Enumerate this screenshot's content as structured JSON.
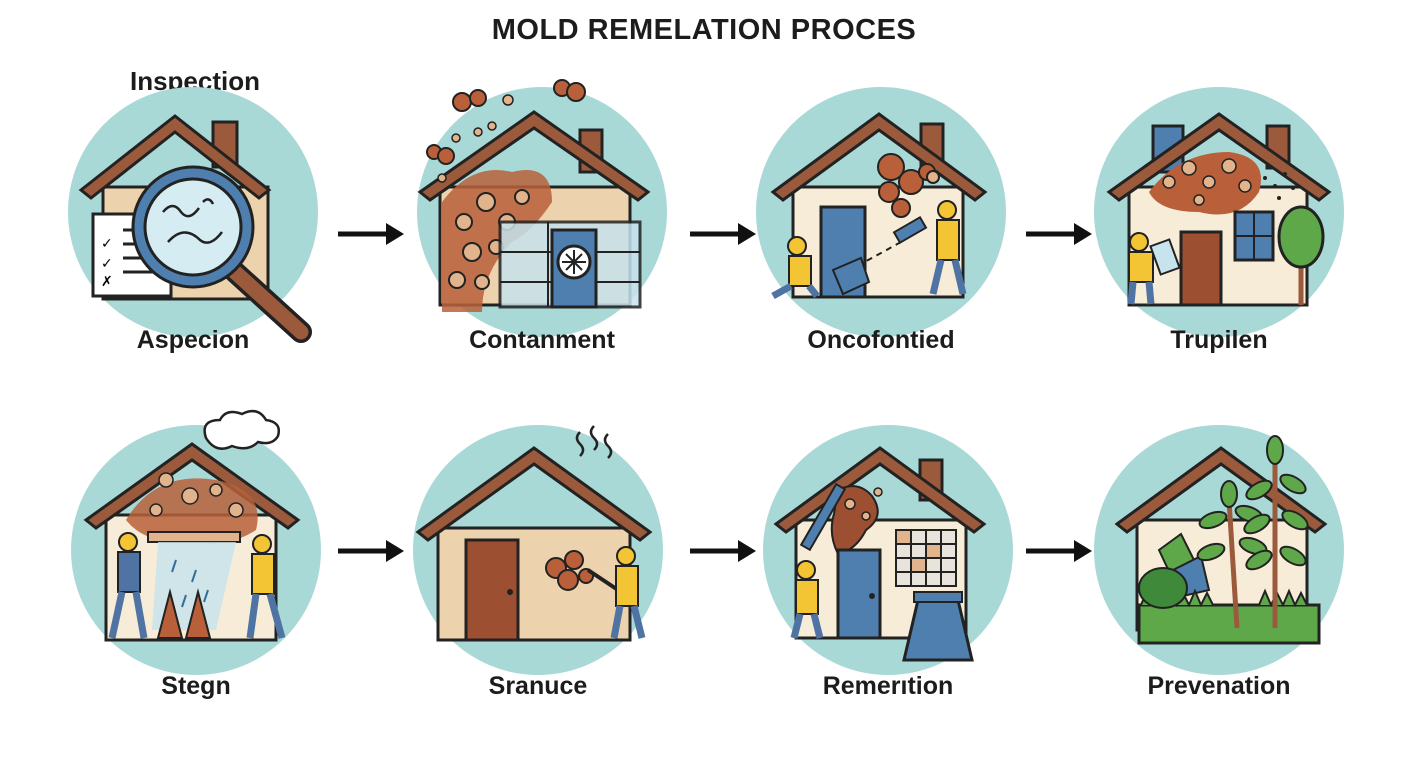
{
  "title": "MOLD REMELATION PROCES",
  "header_label": "Inspection",
  "colors": {
    "circle": "#a9d9d6",
    "roof": "#9b5a3c",
    "wall": "#ecd2ad",
    "wall_light": "#f6ecd8",
    "mold": "#b9603a",
    "mold_light": "#e2b48d",
    "worker_shirt": "#f3c433",
    "worker_pants": "#4f74a3",
    "door_blue": "#4e7fae",
    "door_brown": "#9c4f31",
    "leaf": "#5fa84a",
    "outline": "#222222"
  },
  "steps": [
    {
      "label": "Aspecion",
      "icon": "magnifier-house-icon"
    },
    {
      "label": "Contanment",
      "icon": "containment-house-icon"
    },
    {
      "label": "Oncofontied",
      "icon": "worker-removal-house-icon"
    },
    {
      "label": "Trupilen",
      "icon": "moldy-house-window-icon"
    },
    {
      "label": "Stegn",
      "icon": "water-cleaning-house-icon"
    },
    {
      "label": "Sranuce",
      "icon": "scrubbing-house-icon"
    },
    {
      "label": "Remerıtion",
      "icon": "remediation-house-icon"
    },
    {
      "label": "Prevenation",
      "icon": "plants-house-icon"
    }
  ]
}
